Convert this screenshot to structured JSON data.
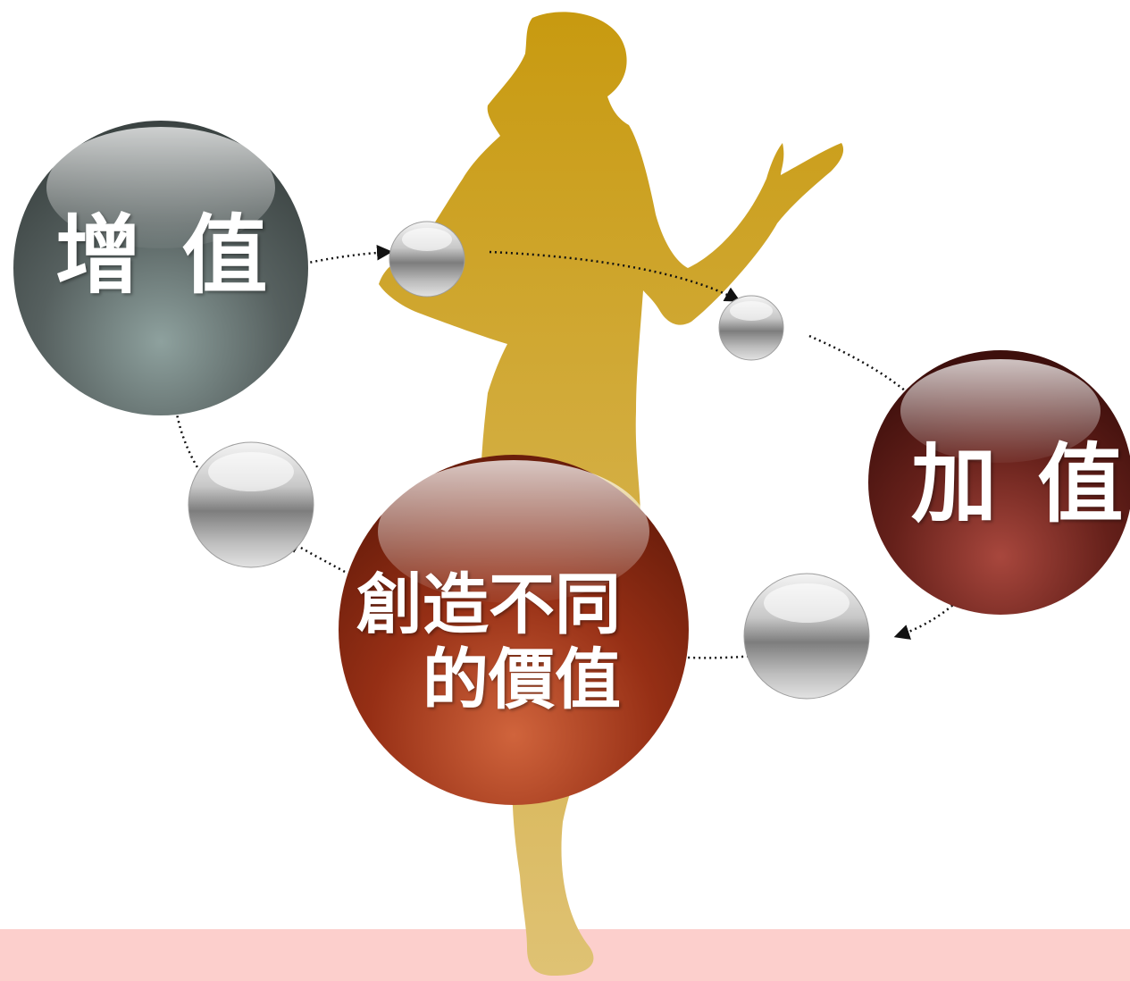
{
  "nodes": {
    "top_left": {
      "label": "增 值",
      "color": "#5f6b6b"
    },
    "right": {
      "label": "加 值",
      "color": "#7a2a22"
    },
    "center": {
      "line1": "創造不同",
      "line2": "的價值",
      "color": "#a53a1c"
    }
  },
  "colors": {
    "silhouette": "#d4a52a",
    "floor": "#fccfcc",
    "arrow": "#111111",
    "small_sphere": "#9a9a9a"
  },
  "icons": [
    "woman-silhouette",
    "dotted-arrow",
    "small-sphere"
  ]
}
